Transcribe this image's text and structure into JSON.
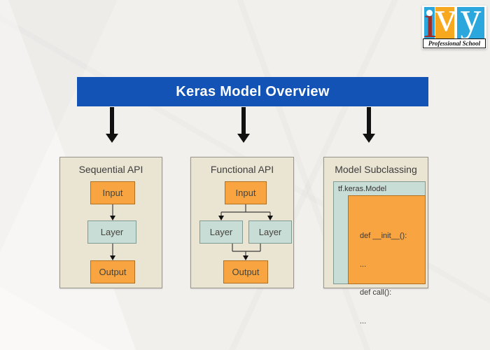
{
  "colors": {
    "banner-blue": "#1253b5",
    "paper": "#f2f0ed",
    "panel-bg": "#eae5d3",
    "panel-border": "#97948b",
    "orange-fill": "#f7a441",
    "orange-border": "#b07020",
    "teal-fill": "#c9ddd7",
    "teal-border": "#7e9a93",
    "line": "#3c3c3c",
    "arrow-black": "#111111",
    "logo-blue": "#2ba7dd",
    "logo-orange": "#f8a81f",
    "logo-red": "#9e2b25"
  },
  "logo": {
    "letter_i": "ı",
    "letter_v": "v",
    "letter_y": "y",
    "subtitle": "Professional School"
  },
  "banner": {
    "title": "Keras Model Overview"
  },
  "panels": {
    "sequential": {
      "title": "Sequential API",
      "nodes": {
        "input": "Input",
        "layer": "Layer",
        "output": "Output"
      }
    },
    "functional": {
      "title": "Functional API",
      "nodes": {
        "input": "Input",
        "layer1": "Layer",
        "layer2": "Layer",
        "output": "Output"
      }
    },
    "subclassing": {
      "title": "Model Subclassing",
      "class_label": "tf.keras.Model",
      "code_lines": [
        "def __init__():",
        "...",
        "def call():",
        "..."
      ]
    }
  }
}
